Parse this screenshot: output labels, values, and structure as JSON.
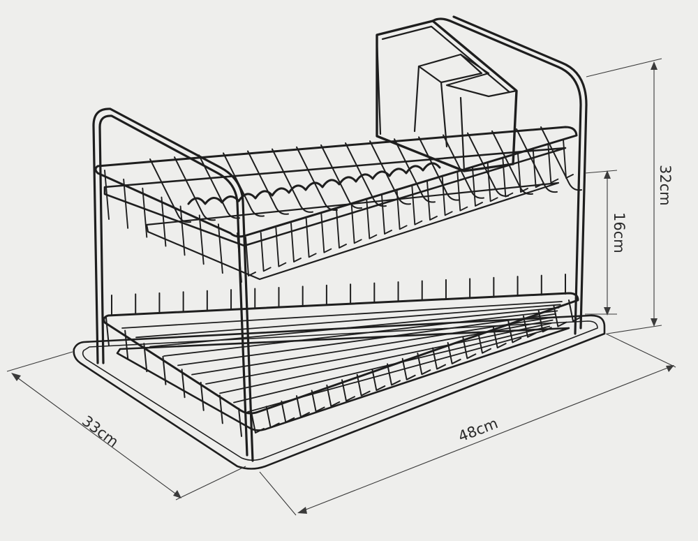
{
  "dimensions": {
    "width_label": "48cm",
    "depth_label": "33cm",
    "total_height_label": "32cm",
    "tier_height_label": "16cm"
  },
  "colors": {
    "background": "#eeeeec",
    "line": "#1e1e1e",
    "dimension_line": "#3a3a3a"
  }
}
